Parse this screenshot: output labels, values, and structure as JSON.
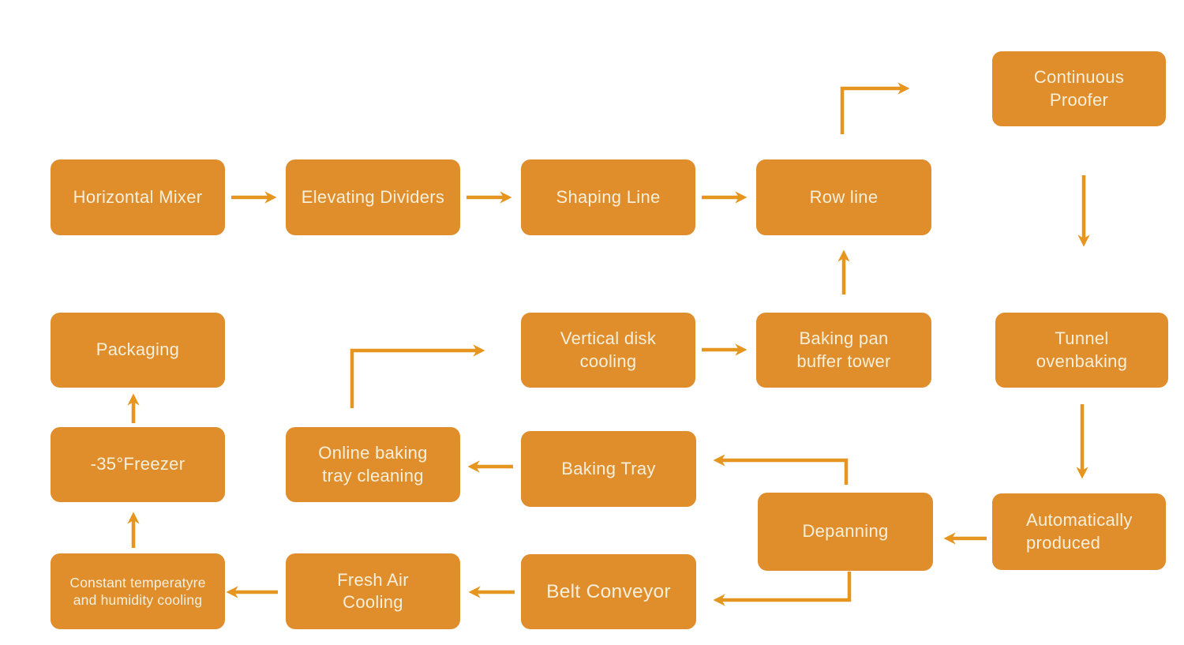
{
  "diagram": {
    "type": "flowchart",
    "description": "Bakery production line process flow",
    "colors": {
      "box": "#E08D2B",
      "arrow": "#E6951E",
      "text": "#F6EFDA",
      "background": "#FFFFFF"
    },
    "nodes": [
      {
        "id": "horizontal-mixer",
        "label": "Horizontal Mixer"
      },
      {
        "id": "elevating-dividers",
        "label": "Elevating Dividers"
      },
      {
        "id": "shaping-line",
        "label": "Shaping Line"
      },
      {
        "id": "row-line",
        "label": "Row line"
      },
      {
        "id": "continuous-proofer",
        "label": "Continuous\nProofer"
      },
      {
        "id": "packaging",
        "label": "Packaging"
      },
      {
        "id": "vertical-disk-cooling",
        "label": "Vertical disk\ncooling"
      },
      {
        "id": "baking-pan-buffer-tower",
        "label": "Baking pan\nbuffer tower"
      },
      {
        "id": "tunnel-ovenbaking",
        "label": "Tunnel\novenbaking"
      },
      {
        "id": "freezer",
        "label": "-35°Freezer"
      },
      {
        "id": "online-baking-tray-cleaning",
        "label": "Online baking\ntray cleaning"
      },
      {
        "id": "baking-tray",
        "label": "Baking Tray"
      },
      {
        "id": "depanning",
        "label": "Depanning"
      },
      {
        "id": "automatically-produced",
        "label": "Automatically\nproduced"
      },
      {
        "id": "constant-temperature-cooling",
        "label": "Constant temperatyre\nand humidity cooling"
      },
      {
        "id": "fresh-air-cooling",
        "label": "Fresh Air\nCooling"
      },
      {
        "id": "belt-conveyor",
        "label": "Belt Conveyor"
      }
    ],
    "edges": [
      {
        "from": "horizontal-mixer",
        "to": "elevating-dividers"
      },
      {
        "from": "elevating-dividers",
        "to": "shaping-line"
      },
      {
        "from": "shaping-line",
        "to": "row-line"
      },
      {
        "from": "row-line",
        "to": "continuous-proofer"
      },
      {
        "from": "continuous-proofer",
        "to": "tunnel-ovenbaking"
      },
      {
        "from": "tunnel-ovenbaking",
        "to": "automatically-produced"
      },
      {
        "from": "automatically-produced",
        "to": "depanning"
      },
      {
        "from": "baking-pan-buffer-tower",
        "to": "row-line"
      },
      {
        "from": "vertical-disk-cooling",
        "to": "baking-pan-buffer-tower"
      },
      {
        "from": "online-baking-tray-cleaning",
        "to": "vertical-disk-cooling"
      },
      {
        "from": "baking-tray",
        "to": "online-baking-tray-cleaning"
      },
      {
        "from": "depanning",
        "to": "baking-tray"
      },
      {
        "from": "depanning",
        "to": "belt-conveyor"
      },
      {
        "from": "belt-conveyor",
        "to": "fresh-air-cooling"
      },
      {
        "from": "fresh-air-cooling",
        "to": "constant-temperature-cooling"
      },
      {
        "from": "constant-temperature-cooling",
        "to": "freezer"
      },
      {
        "from": "freezer",
        "to": "packaging"
      }
    ]
  }
}
